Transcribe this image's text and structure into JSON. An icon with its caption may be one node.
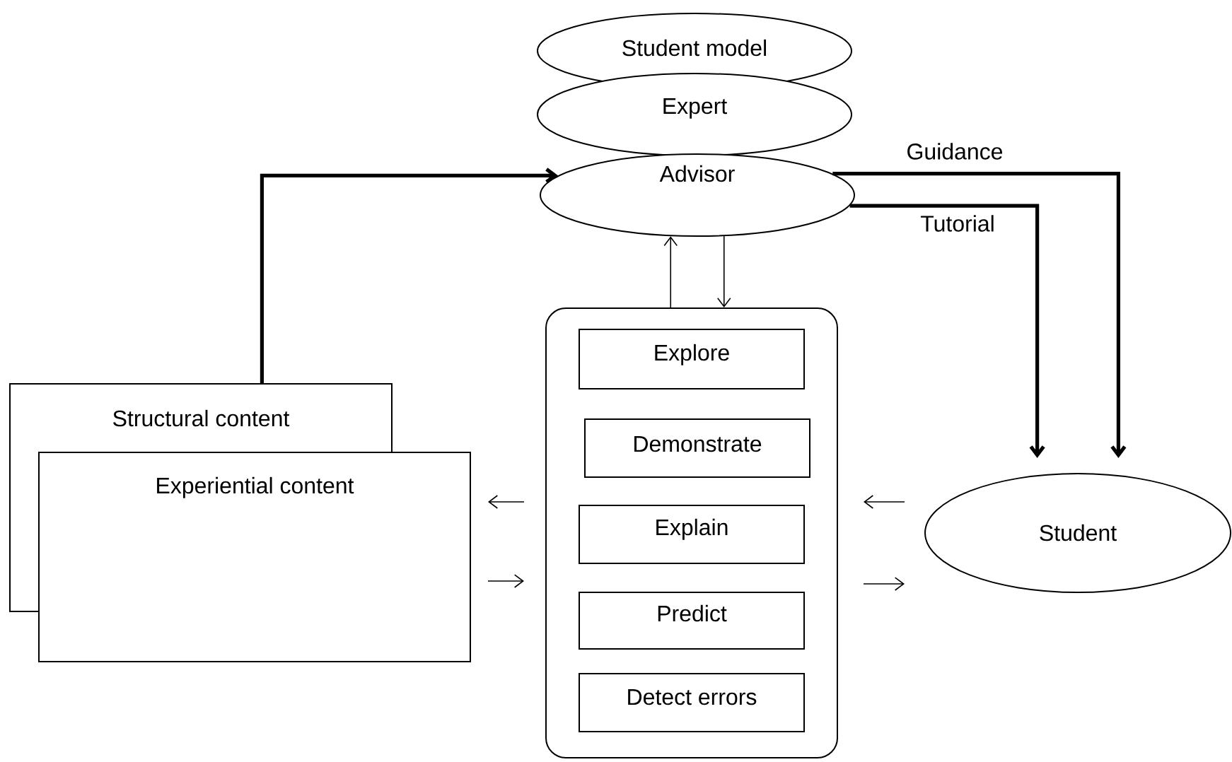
{
  "diagram": {
    "nodes": [
      {
        "text": [
          "Student model"
        ]
      },
      {
        "text": [
          "Expert"
        ]
      },
      {
        "text": [
          "Advisor"
        ]
      },
      {
        "text": [],
        "shape": "box"
      },
      {
        "text": [
          "Explore"
        ],
        "in": 3
      },
      {
        "text": [
          "Demonstrate"
        ],
        "in": 3
      },
      {
        "text": [
          "Explain"
        ],
        "in": 3
      },
      {
        "text": [
          "Predict"
        ],
        "in": 3
      },
      {
        "text": [
          "Detect errors"
        ],
        "in": 3
      },
      {
        "text": [
          "Structural content"
        ]
      },
      {
        "text": [
          "Experiential content"
        ]
      },
      {
        "text": [
          "Student"
        ]
      }
    ],
    "edges": [
      {
        "from": 9,
        "to": 2,
        "arrow": "to",
        "style": "thick"
      },
      {
        "from": 3,
        "to": 2,
        "arrow": "to"
      },
      {
        "from": 2,
        "to": 3,
        "arrow": "to"
      },
      {
        "from": 2,
        "to": 11,
        "arrow": "to",
        "label": "Guidance",
        "style": "thick"
      },
      {
        "from": 2,
        "to": 11,
        "arrow": "to",
        "label": "Tutorial",
        "style": "thick"
      },
      {
        "from": 11,
        "to": 3,
        "arrow": "to"
      },
      {
        "from": 3,
        "to": 11,
        "arrow": "to"
      },
      {
        "from": 3,
        "to": 10,
        "arrow": "to"
      },
      {
        "from": 10,
        "to": 3,
        "arrow": "to"
      }
    ]
  }
}
